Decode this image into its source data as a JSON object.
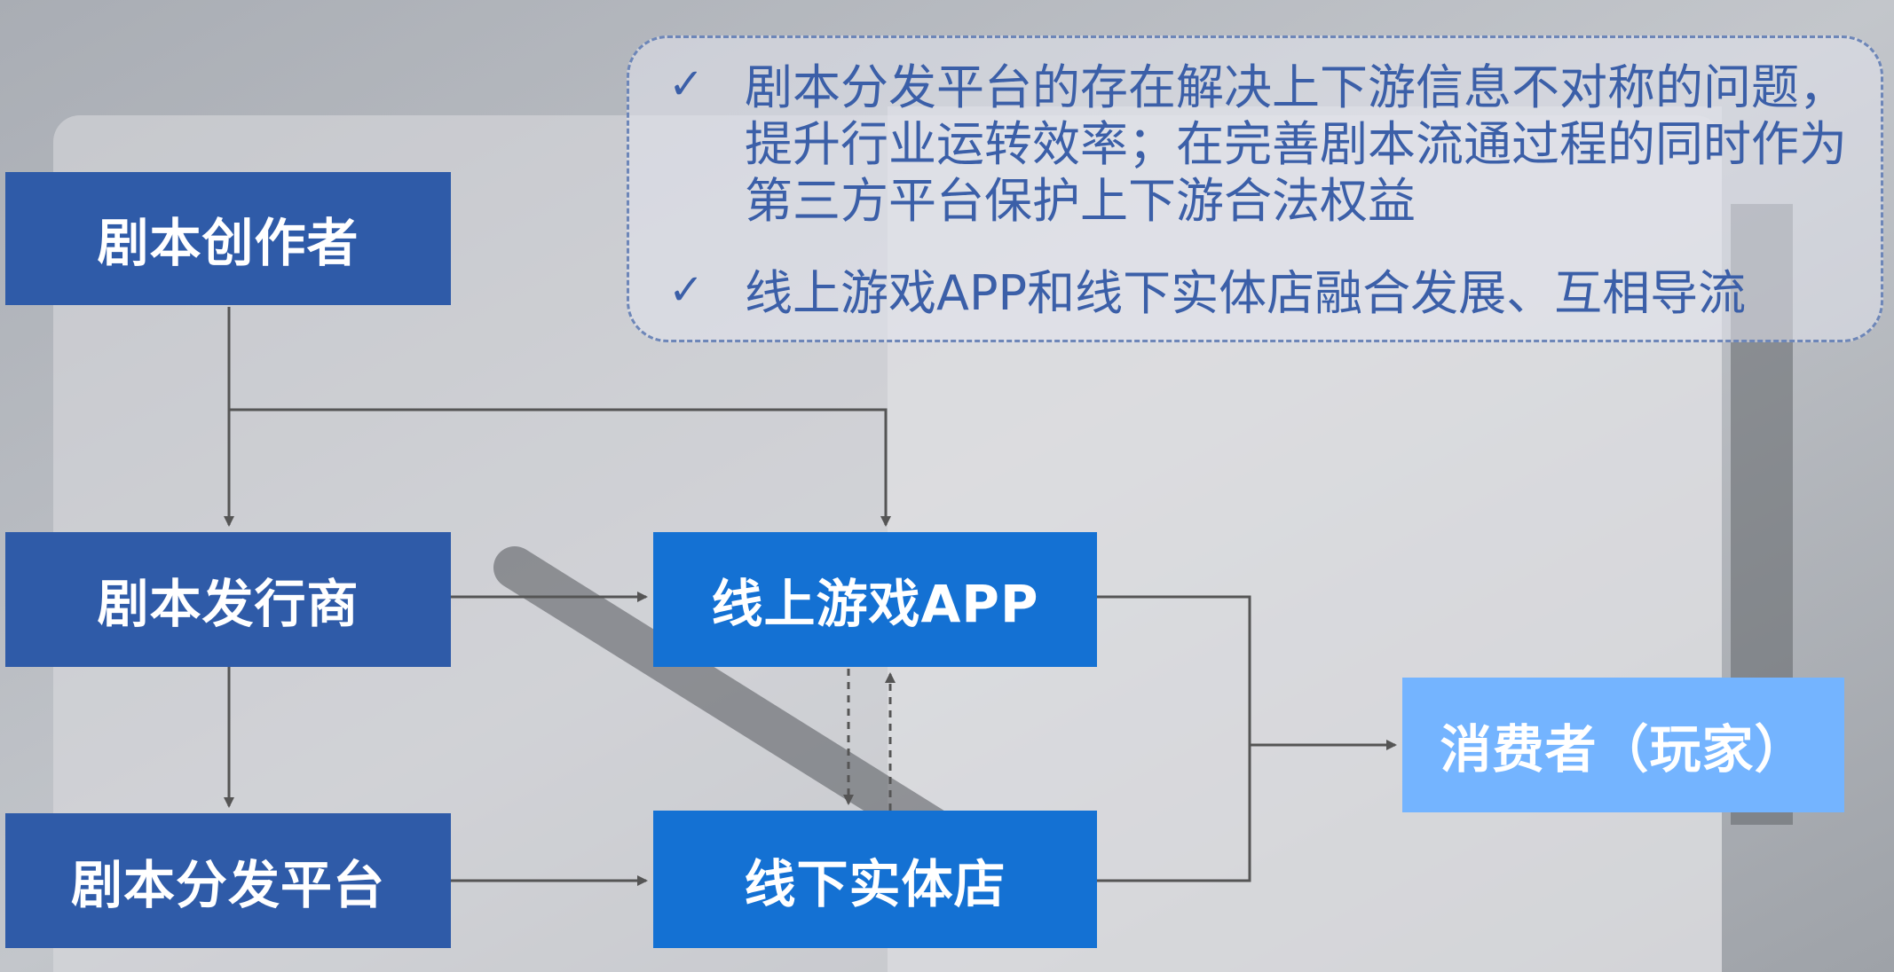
{
  "nodes": {
    "creator": "剧本创作者",
    "publisher": "剧本发行商",
    "platform": "剧本分发平台",
    "app": "线上游戏APP",
    "store": "线下实体店",
    "consumer": "消费者（玩家）"
  },
  "notes": [
    "剧本分发平台的存在解决上下游信息不对称的问题，提升行业运转效率；在完善剧本流通过程的同时作为第三方平台保护上下游合法权益",
    "线上游戏APP和线下实体店融合发展、互相导流"
  ],
  "icons": {
    "bullet": "check-icon"
  },
  "colors": {
    "dark_box": "#2f5ba8",
    "mid_box": "#1471d3",
    "light_box": "#74b4ff",
    "note_text": "#3b5fa8",
    "arrow": "#555555"
  }
}
